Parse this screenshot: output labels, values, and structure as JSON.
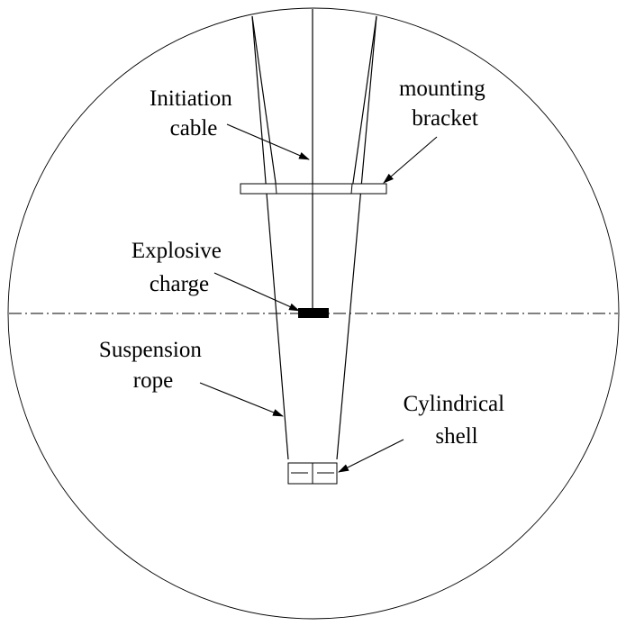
{
  "labels": {
    "initiation_cable": [
      "Initiation",
      "cable"
    ],
    "mounting_bracket": [
      "mounting",
      "bracket"
    ],
    "explosive_charge": [
      "Explosive",
      "charge"
    ],
    "suspension_rope": [
      "Suspension",
      "rope"
    ],
    "cylindrical_shell": [
      "Cylindrical",
      "shell"
    ]
  },
  "colors": {
    "line": "#000000",
    "background": "#ffffff"
  }
}
